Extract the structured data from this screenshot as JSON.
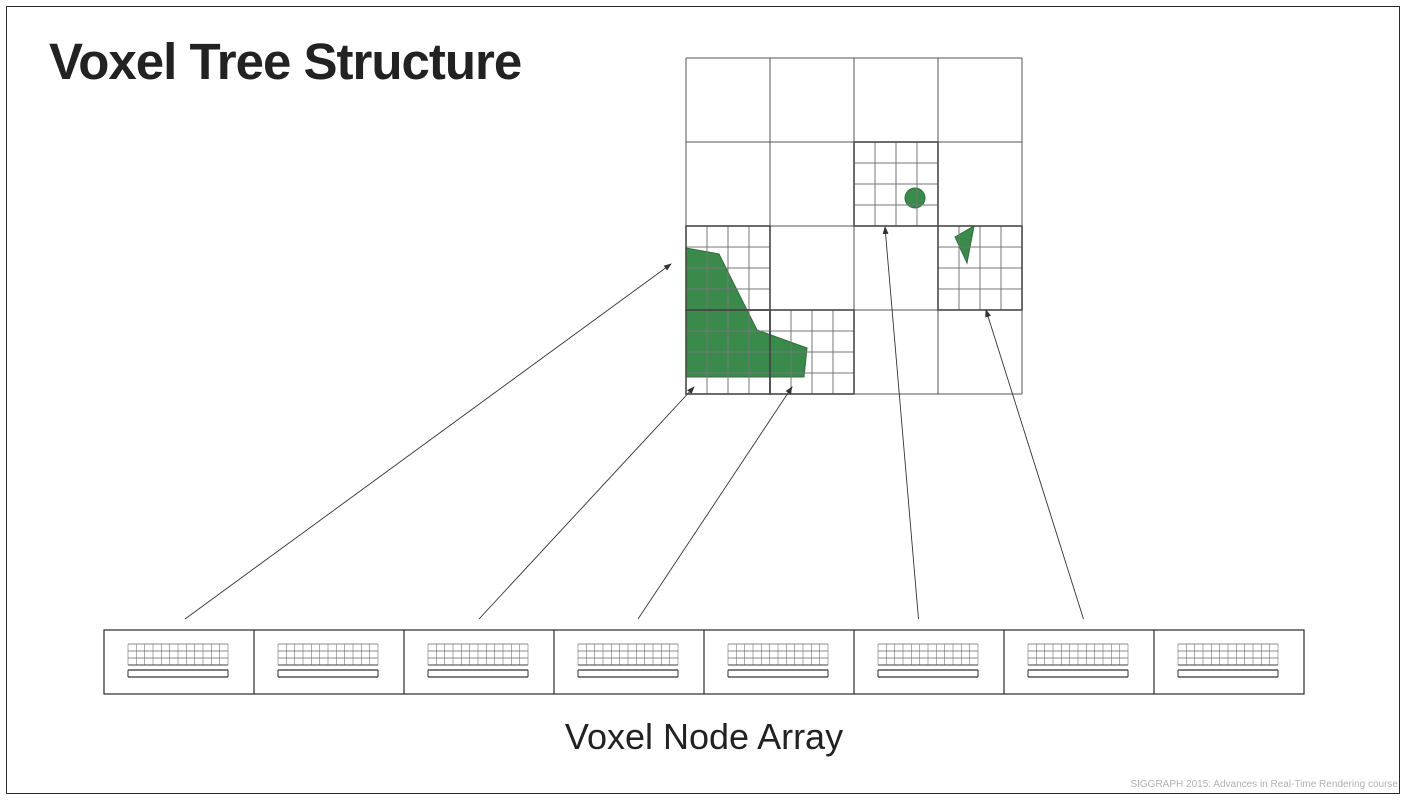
{
  "slide": {
    "title": "Voxel Tree Structure",
    "array_label": "Voxel Node Array",
    "footer": "SIGGRAPH 2015: Advances in Real-Time Rendering course"
  },
  "diagram": {
    "grid": {
      "coarse_divisions": 4,
      "fine_divisions_per_cell": 4,
      "refined_cells": [
        {
          "row": 1,
          "col": 2
        },
        {
          "row": 2,
          "col": 0
        },
        {
          "row": 2,
          "col": 3
        },
        {
          "row": 3,
          "col": 0
        },
        {
          "row": 3,
          "col": 1
        }
      ]
    },
    "node_array": {
      "node_count": 8,
      "pointer_links": [
        {
          "from_node": 0,
          "to_cell": {
            "row": 2,
            "col": 0
          }
        },
        {
          "from_node": 2,
          "to_cell": {
            "row": 3,
            "col": 0
          }
        },
        {
          "from_node": 3,
          "to_cell": {
            "row": 3,
            "col": 1
          }
        },
        {
          "from_node": 5,
          "to_cell": {
            "row": 1,
            "col": 2
          }
        },
        {
          "from_node": 6,
          "to_cell": {
            "row": 2,
            "col": 3
          }
        }
      ]
    },
    "colors": {
      "fill": "#3a8a4c",
      "coarse_line": "#555555",
      "fine_line": "#777777",
      "arrow": "#333333",
      "border": "#2a2a2a"
    },
    "shapes": [
      "green-polygon",
      "green-circle",
      "green-triangle"
    ]
  }
}
